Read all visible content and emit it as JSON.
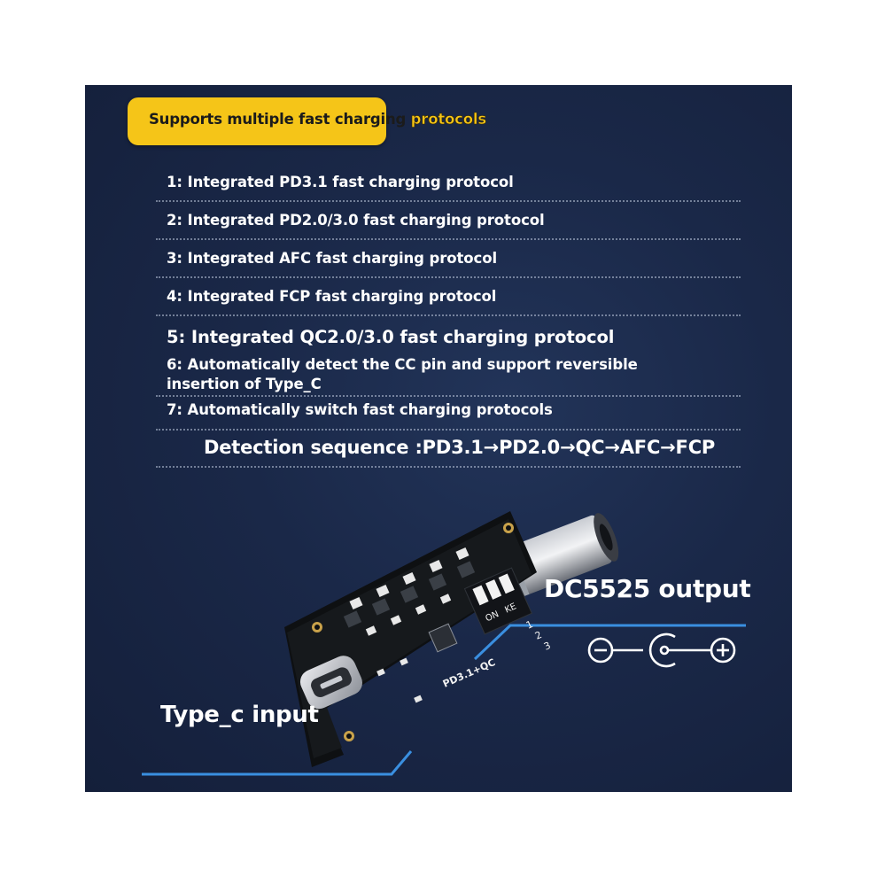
{
  "header": {
    "badge_text_a": "Supports multiple fast charging",
    "badge_text_b": "protocols"
  },
  "features": [
    "1: Integrated PD3.1 fast charging protocol",
    "2: Integrated PD2.0/3.0 fast charging protocol",
    "3: Integrated AFC fast charging protocol",
    "4: Integrated FCP fast charging protocol",
    "5: Integrated QC2.0/3.0 fast charging protocol",
    "6: Automatically detect the CC pin and support reversible insertion of Type_C",
    "7: Automatically switch fast charging protocols"
  ],
  "sequence": "Detection sequence :PD3.1→PD2.0→QC→AFC→FCP",
  "labels": {
    "output": "DC5525 output",
    "input": "Type_c input"
  },
  "board_marks": {
    "switch_on": "ON",
    "switch_ke": "KE",
    "pcb_text": "PD3.1+QC",
    "pins": [
      "1",
      "2",
      "3"
    ]
  },
  "colors": {
    "panel": "#1a2848",
    "badge": "#f5c518",
    "accent_line": "#3a8fe0"
  }
}
